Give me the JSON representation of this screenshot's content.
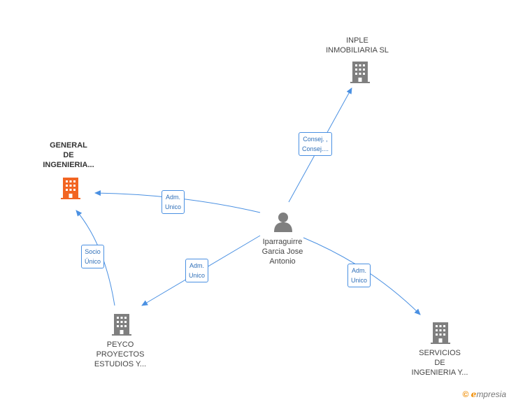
{
  "nodes": {
    "person": {
      "line1": "Iparraguirre",
      "line2": "Garcia Jose",
      "line3": "Antonio",
      "icon": "person-icon"
    },
    "general": {
      "line1": "GENERAL",
      "line2": "DE",
      "line3": "INGENIERIA...",
      "icon": "building-icon",
      "color": "#f26522"
    },
    "inple": {
      "line1": "INPLE",
      "line2": "INMOBILIARIA SL",
      "icon": "building-icon",
      "color": "#7f7f7f"
    },
    "peyco": {
      "line1": "PEYCO",
      "line2": "PROYECTOS",
      "line3": "ESTUDIOS Y...",
      "icon": "building-icon",
      "color": "#7f7f7f"
    },
    "servicios": {
      "line1": "SERVICIOS",
      "line2": "DE",
      "line3": "INGENIERIA Y...",
      "icon": "building-icon",
      "color": "#7f7f7f"
    }
  },
  "edges": {
    "to_inple": {
      "line1": "Consej. ,",
      "line2": "Consej...."
    },
    "to_general": {
      "line1": "Adm.",
      "line2": "Unico"
    },
    "to_peyco": {
      "line1": "Adm.",
      "line2": "Unico"
    },
    "to_servicios": {
      "line1": "Adm.",
      "line2": "Unico"
    },
    "peyco_to_general": {
      "line1": "Socio",
      "line2": "Único"
    }
  },
  "colors": {
    "edge": "#4a90e2",
    "edge_text": "#2f6fb8"
  },
  "brand": {
    "copyright": "©",
    "e": "e",
    "rest": "mpresia"
  }
}
